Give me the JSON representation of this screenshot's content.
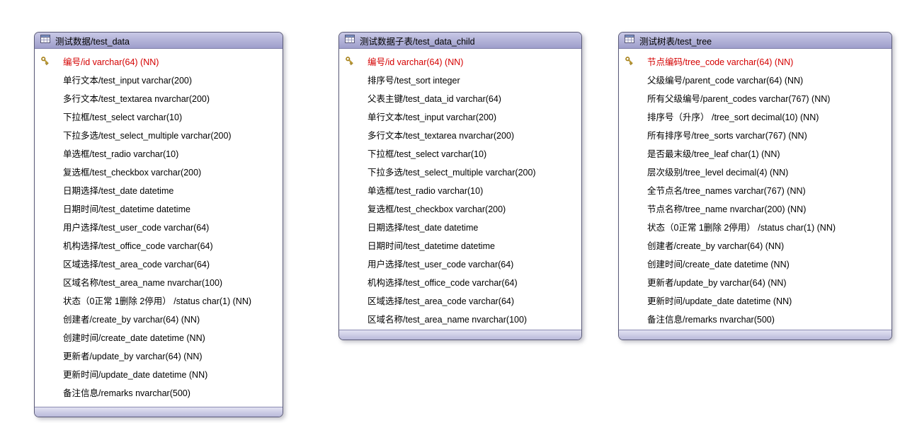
{
  "colors": {
    "header_fill": "#a5a5d0",
    "footer_fill": "#c5c5e0",
    "border": "#5a5a78",
    "primary_key_text": "#d40000",
    "key_icon_gold": "#e2b93b",
    "table_icon_header_blue": "#7b96c8"
  },
  "icons": {
    "table": "table-grid-icon",
    "primary_key": "key-icon"
  },
  "diagram": {
    "tables": [
      {
        "title": "测试数据/test_data",
        "fields": [
          {
            "label": "编号/id varchar(64) (NN)",
            "pk": true
          },
          {
            "label": "单行文本/test_input varchar(200)",
            "pk": false
          },
          {
            "label": "多行文本/test_textarea nvarchar(200)",
            "pk": false
          },
          {
            "label": "下拉框/test_select varchar(10)",
            "pk": false
          },
          {
            "label": "下拉多选/test_select_multiple varchar(200)",
            "pk": false
          },
          {
            "label": "单选框/test_radio varchar(10)",
            "pk": false
          },
          {
            "label": "复选框/test_checkbox varchar(200)",
            "pk": false
          },
          {
            "label": "日期选择/test_date datetime",
            "pk": false
          },
          {
            "label": "日期时间/test_datetime datetime",
            "pk": false
          },
          {
            "label": "用户选择/test_user_code varchar(64)",
            "pk": false
          },
          {
            "label": "机构选择/test_office_code varchar(64)",
            "pk": false
          },
          {
            "label": "区域选择/test_area_code varchar(64)",
            "pk": false
          },
          {
            "label": "区域名称/test_area_name nvarchar(100)",
            "pk": false
          },
          {
            "label": "状态（0正常 1删除 2停用） /status char(1) (NN)",
            "pk": false
          },
          {
            "label": "创建者/create_by varchar(64) (NN)",
            "pk": false
          },
          {
            "label": "创建时间/create_date datetime (NN)",
            "pk": false
          },
          {
            "label": "更新者/update_by varchar(64) (NN)",
            "pk": false
          },
          {
            "label": "更新时间/update_date datetime (NN)",
            "pk": false
          },
          {
            "label": "备注信息/remarks nvarchar(500)",
            "pk": false
          }
        ]
      },
      {
        "title": "测试数据子表/test_data_child",
        "fields": [
          {
            "label": "编号/id varchar(64) (NN)",
            "pk": true
          },
          {
            "label": "排序号/test_sort integer",
            "pk": false
          },
          {
            "label": "父表主键/test_data_id varchar(64)",
            "pk": false
          },
          {
            "label": "单行文本/test_input varchar(200)",
            "pk": false
          },
          {
            "label": "多行文本/test_textarea nvarchar(200)",
            "pk": false
          },
          {
            "label": "下拉框/test_select varchar(10)",
            "pk": false
          },
          {
            "label": "下拉多选/test_select_multiple varchar(200)",
            "pk": false
          },
          {
            "label": "单选框/test_radio varchar(10)",
            "pk": false
          },
          {
            "label": "复选框/test_checkbox varchar(200)",
            "pk": false
          },
          {
            "label": "日期选择/test_date datetime",
            "pk": false
          },
          {
            "label": "日期时间/test_datetime datetime",
            "pk": false
          },
          {
            "label": "用户选择/test_user_code varchar(64)",
            "pk": false
          },
          {
            "label": "机构选择/test_office_code varchar(64)",
            "pk": false
          },
          {
            "label": "区域选择/test_area_code varchar(64)",
            "pk": false
          },
          {
            "label": "区域名称/test_area_name nvarchar(100)",
            "pk": false
          }
        ]
      },
      {
        "title": "测试树表/test_tree",
        "fields": [
          {
            "label": "节点编码/tree_code varchar(64) (NN)",
            "pk": true
          },
          {
            "label": "父级编号/parent_code varchar(64) (NN)",
            "pk": false
          },
          {
            "label": "所有父级编号/parent_codes varchar(767) (NN)",
            "pk": false
          },
          {
            "label": "排序号（升序） /tree_sort decimal(10) (NN)",
            "pk": false
          },
          {
            "label": "所有排序号/tree_sorts varchar(767) (NN)",
            "pk": false
          },
          {
            "label": "是否最末级/tree_leaf char(1) (NN)",
            "pk": false
          },
          {
            "label": "层次级别/tree_level decimal(4) (NN)",
            "pk": false
          },
          {
            "label": "全节点名/tree_names varchar(767) (NN)",
            "pk": false
          },
          {
            "label": "节点名称/tree_name nvarchar(200) (NN)",
            "pk": false
          },
          {
            "label": "状态（0正常 1删除 2停用） /status char(1) (NN)",
            "pk": false
          },
          {
            "label": "创建者/create_by varchar(64) (NN)",
            "pk": false
          },
          {
            "label": "创建时间/create_date datetime (NN)",
            "pk": false
          },
          {
            "label": "更新者/update_by varchar(64) (NN)",
            "pk": false
          },
          {
            "label": "更新时间/update_date datetime (NN)",
            "pk": false
          },
          {
            "label": "备注信息/remarks nvarchar(500)",
            "pk": false
          }
        ]
      }
    ]
  }
}
